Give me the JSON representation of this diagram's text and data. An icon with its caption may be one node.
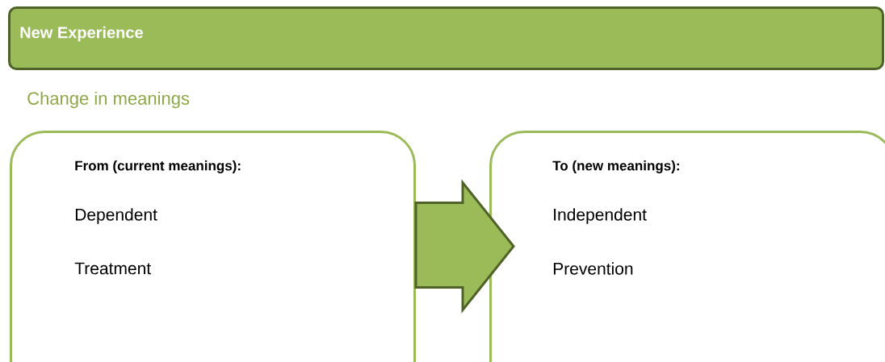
{
  "diagram": {
    "nodes": [
      {
        "text": [
          "New Experience"
        ]
      },
      {
        "text": [
          "From (current meanings):",
          "Dependent",
          "Treatment"
        ]
      },
      {
        "text": [
          "To (new meanings):",
          "Independent",
          "Prevention"
        ]
      }
    ],
    "edges": [
      {
        "from": 1,
        "to": 2,
        "arrow": "to"
      }
    ],
    "labels": [
      "Change in meanings"
    ]
  }
}
